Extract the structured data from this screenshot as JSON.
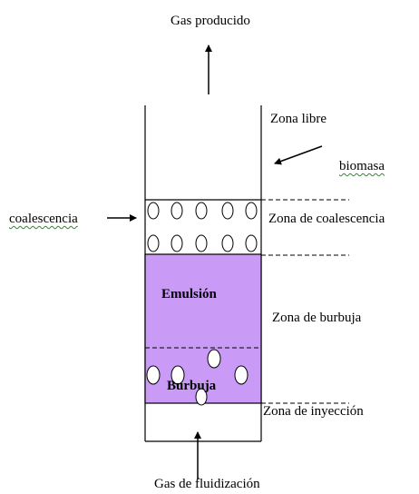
{
  "labels": {
    "gas_out": "Gas producido",
    "zona_libre": "Zona libre",
    "biomasa": "biomasa",
    "coalescencia": "coalescencia",
    "zona_coalescencia": "Zona de coalescencia",
    "emulsion": "Emulsión",
    "zona_burbuja": "Zona de burbuja",
    "burbuja": "Burbuja",
    "zona_inyeccion": "Zona de inyección",
    "gas_in": "Gas de fluidización"
  },
  "colors": {
    "emulsion_fill": "#c99af6",
    "outline": "#000000",
    "spellcheck_underline": "#2e8b2e"
  }
}
